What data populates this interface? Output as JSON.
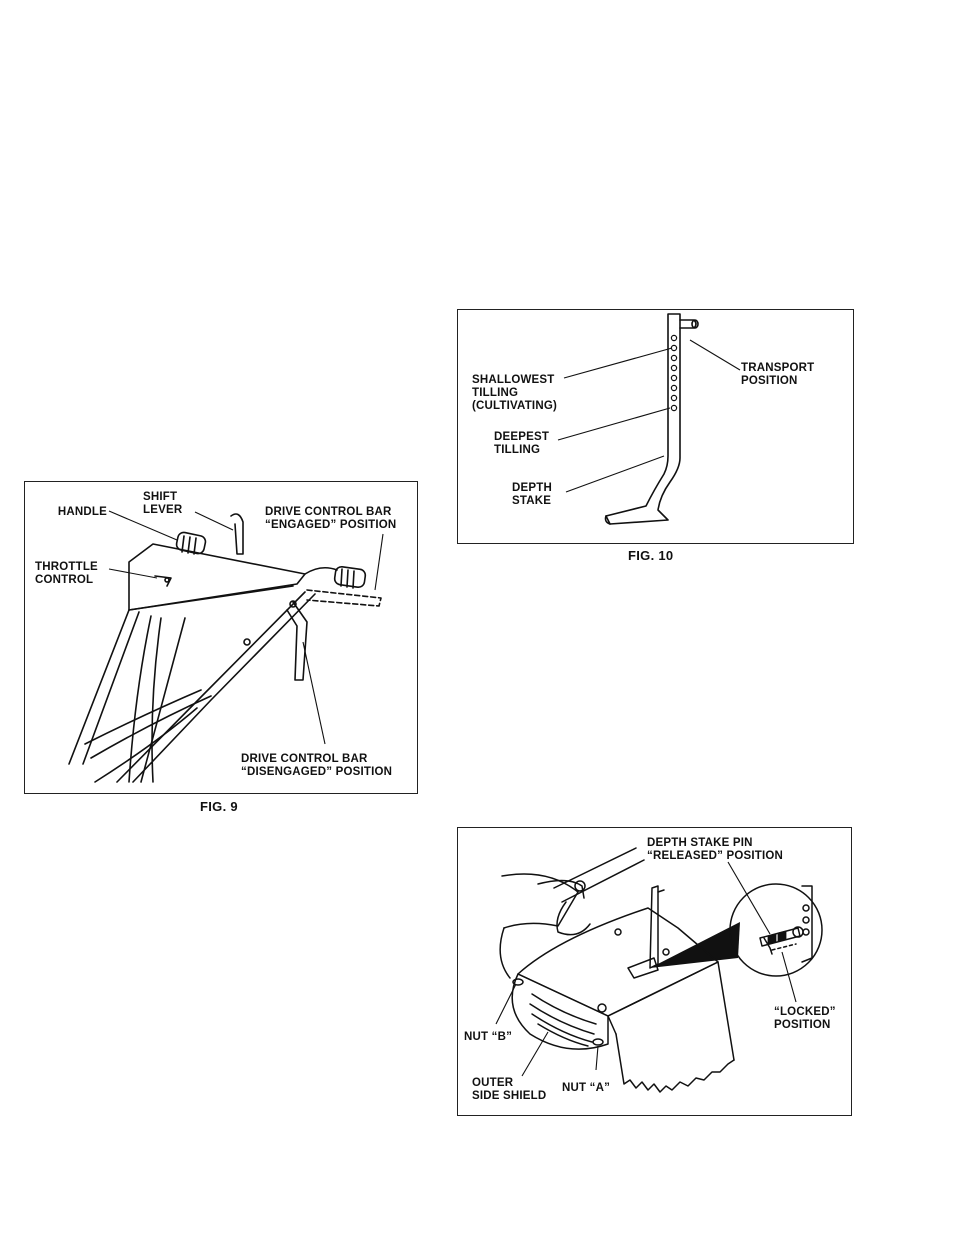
{
  "fig9": {
    "caption": "FIG. 9",
    "labels": {
      "handle": "HANDLE",
      "shift_lever": "SHIFT\nLEVER",
      "drive_engaged": "DRIVE CONTROL BAR\n“ENGAGED” POSITION",
      "throttle": "THROTTLE\nCONTROL",
      "drive_disengaged": "DRIVE CONTROL BAR\n“DISENGAGED” POSITION"
    }
  },
  "fig10": {
    "caption": "FIG. 10",
    "labels": {
      "shallowest": "SHALLOWEST\nTILLING\n(CULTIVATING)",
      "deepest": "DEEPEST\nTILLING",
      "depth_stake": "DEPTH\nSTAKE",
      "transport": "TRANSPORT\nPOSITION"
    }
  },
  "fig11": {
    "labels": {
      "pin_released": "DEPTH STAKE PIN\n“RELEASED” POSITION",
      "locked": "“LOCKED”\nPOSITION",
      "nut_b": "NUT “B”",
      "nut_a": "NUT “A”",
      "outer_shield": "OUTER\nSIDE SHIELD"
    }
  }
}
